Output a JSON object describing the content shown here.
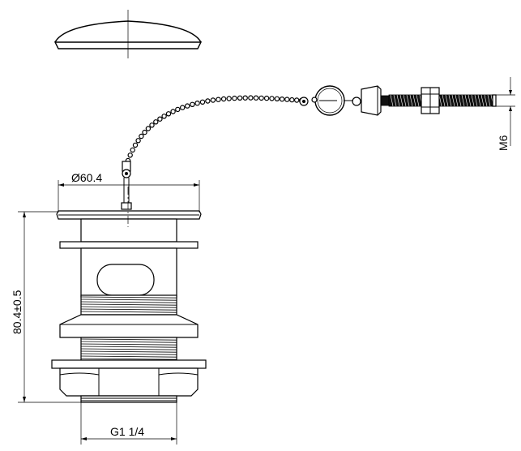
{
  "dimensions": {
    "top_diameter": "Ø60.4",
    "height": "80.4±0.5",
    "thread": "G1 1/4",
    "bolt_thread": "M6"
  }
}
